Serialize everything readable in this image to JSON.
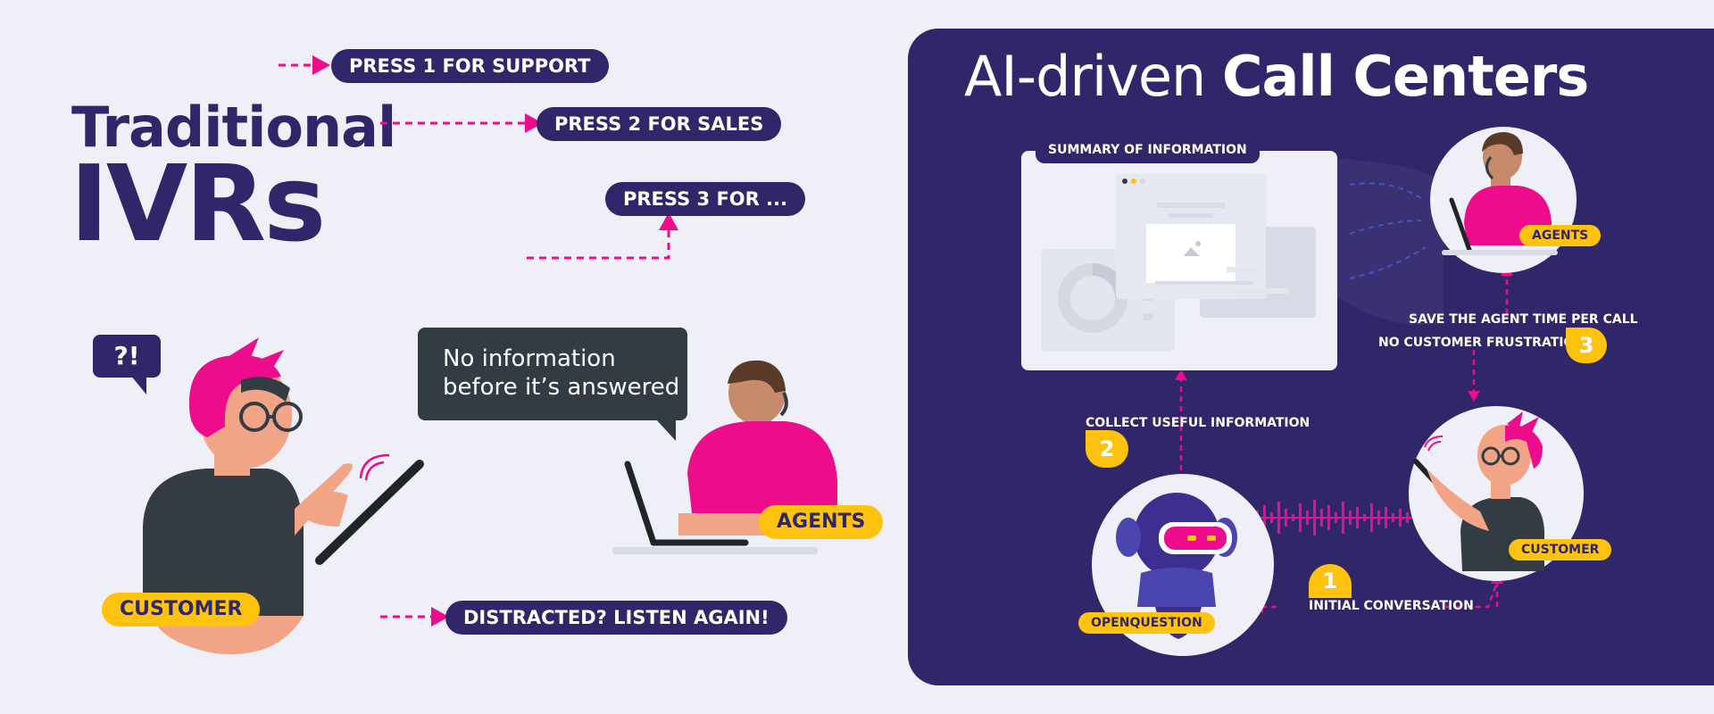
{
  "left": {
    "title_line1": "Traditional",
    "title_line2": "IVRs",
    "menu": {
      "press1": "PRESS 1 FOR SUPPORT",
      "press2": "PRESS 2 FOR SALES",
      "press3": "PRESS 3 FOR ...",
      "listen_again": "DISTRACTED? LISTEN AGAIN!"
    },
    "question_mark": "?!",
    "speech_bubble": "No information before it’s answered",
    "customer_tag": "CUSTOMER",
    "agents_tag": "AGENTS"
  },
  "right": {
    "title_light": "AI-driven",
    "title_bold": "Call Centers",
    "summary_tab": "SUMMARY OF INFORMATION",
    "agents_tag": "AGENTS",
    "customer_tag": "CUSTOMER",
    "openquestion_tag": "OPENQUESTION",
    "steps": [
      {
        "number": "1",
        "label": "INITIAL CONVERSATION"
      },
      {
        "number": "2",
        "label": "COLLECT USEFUL INFORMATION"
      },
      {
        "number": "3",
        "label": "NO CUSTOMER FRUSTRATION"
      }
    ],
    "save_time": "SAVE THE AGENT TIME PER CALL"
  },
  "colors": {
    "navy": "#2f2769",
    "pink": "#ec0c8c",
    "yellow": "#ffc20e",
    "background": "#eeeff7",
    "dark_bubble": "#343c43"
  },
  "icons": [
    "dashed-arrow-icon",
    "waveform-icon",
    "mini-browser-icon",
    "donut-chart-icon",
    "image-placeholder-icon"
  ]
}
